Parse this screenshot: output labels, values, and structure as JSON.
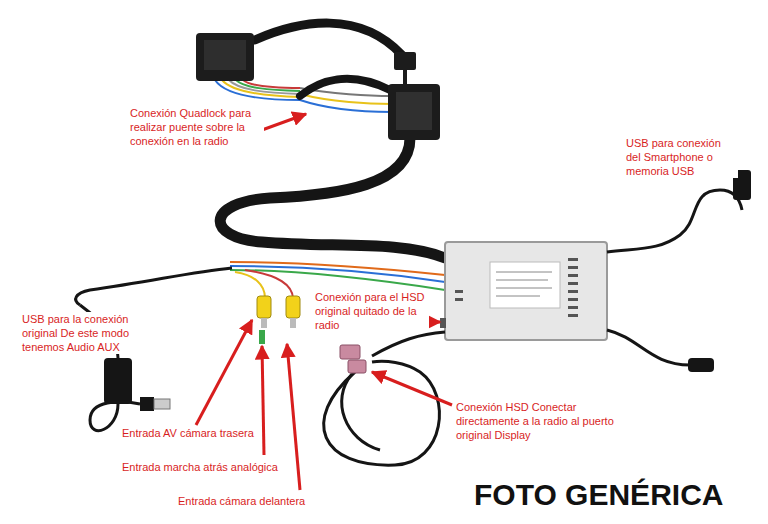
{
  "diagram": {
    "labels": [
      "Conexión Quadlock para realizar puente sobre la conexión en la radio",
      "USB para conexión del Smartphone o memoria USB",
      "USB para la conexión original De este modo tenemos Audio AUX",
      "Conexión para el HSD original quitado de la radio",
      "Conexión HSD Conectar directamente a la radio al puerto original Display",
      "Entrada AV cámara trasera",
      "Entrada marcha atrás analógica",
      "Entrada cámara delantera",
      "FOTO GENÉRICA"
    ]
  }
}
